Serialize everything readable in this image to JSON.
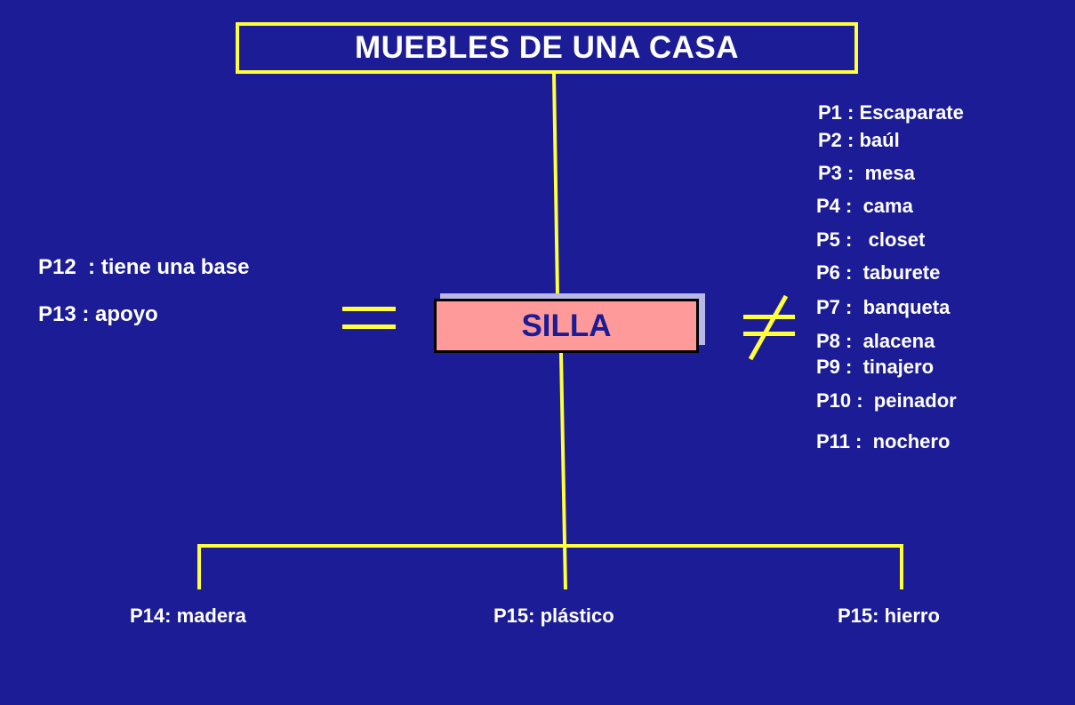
{
  "title": "MUEBLES DE UNA CASA",
  "center": "SILLA",
  "equal_symbol": "=",
  "not_equal_symbol": "≠",
  "similarities": [
    "P12  : tiene una base",
    "P13 : apoyo"
  ],
  "differences": [
    "P1 : Escaparate",
    "P2 : baúl",
    "P3 :  mesa",
    "P4 :  cama",
    "P5 :   closet",
    "P6 :  taburete",
    "P7 :  banqueta",
    "P8 :  alacena",
    "P9 :  tinajero",
    "P10 :  peinador",
    "P11 :  nochero"
  ],
  "materials": [
    "P14: madera",
    "P15: plástico",
    "P15: hierro"
  ],
  "colors": {
    "background": "#1c1c96",
    "line": "#ffff3c",
    "center_fill": "#ff9a9a",
    "center_text": "#1c1c96",
    "text": "#ffffff"
  }
}
